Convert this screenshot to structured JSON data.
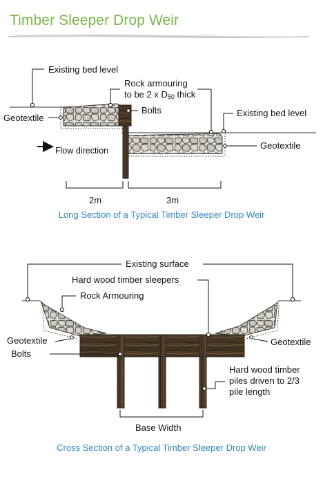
{
  "title": "Timber Sleeper Drop Weir",
  "long_section": {
    "caption": "Long Section of a Typical Timber Sleeper Drop Weir",
    "labels": {
      "existing_bed_level_left": "Existing bed level",
      "rock_armouring_line1": "Rock armouring",
      "rock_armouring_line2_prefix": "to be 2 x D",
      "rock_armouring_sub": "50",
      "rock_armouring_line2_suffix": " thick",
      "bolts": "Bolts",
      "existing_bed_level_right": "Existing bed level",
      "geotextile_left": "Geotextile",
      "geotextile_right": "Geotextile",
      "flow_direction": "Flow direction",
      "dim_left": "2m",
      "dim_right": "3m"
    }
  },
  "cross_section": {
    "caption": "Cross Section of a Typical Timber Sleeper Drop Weir",
    "labels": {
      "existing_surface": "Existing surface",
      "hard_wood_timber_sleepers": "Hard wood timber sleepers",
      "rock_armouring": "Rock Armouring",
      "geotextile_left": "Geotextile",
      "geotextile_right": "Geotextile",
      "bolts": "Bolts",
      "piles_line1": "Hard wood timber",
      "piles_line2": "piles driven to 2/3",
      "piles_line3": "pile length",
      "base_width": "Base Width"
    }
  },
  "colors": {
    "title": "#7ab648",
    "caption": "#2f86b8",
    "timber_dark": "#3b2e1f",
    "timber_mid": "#5a4630",
    "rock_fill": "#d9d6cf",
    "rock_outline": "#4a4a4a"
  }
}
